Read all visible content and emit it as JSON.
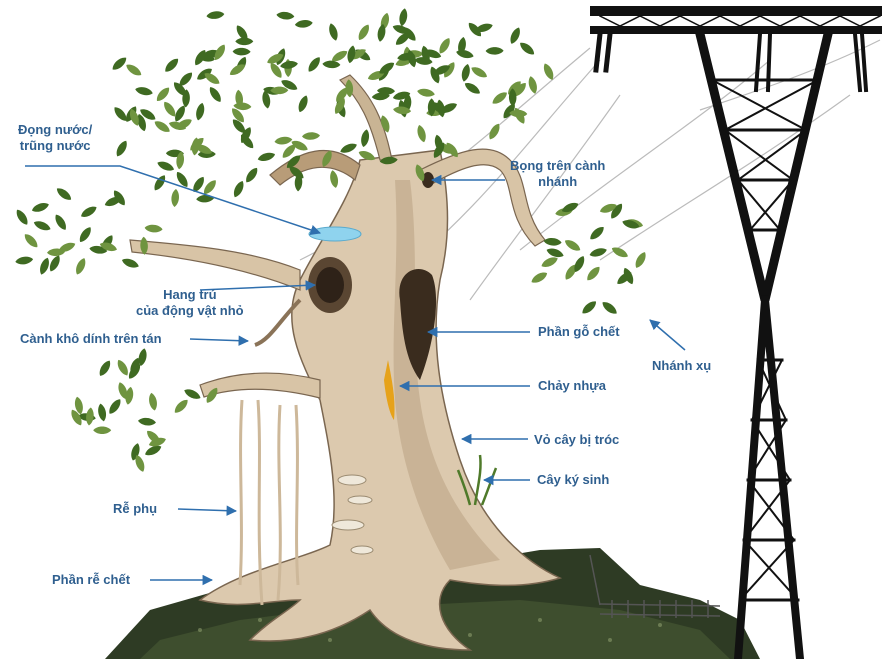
{
  "labels": {
    "dong_nuoc_1": "Đọng nước/",
    "dong_nuoc_2": "trũng nước",
    "bong_tren_canh_1": "Bọng trên cành",
    "bong_tren_canh_2": "nhánh",
    "hang_tru_1": "Hang trú",
    "hang_tru_2": "của động vật nhỏ",
    "canh_kho": "Cành khô dính trên tán",
    "phan_go_chet": "Phần gỗ chết",
    "nhanh_xu": "Nhánh xụ",
    "chay_nhua": "Chảy nhựa",
    "vo_cay": "Vỏ cây bị tróc",
    "cay_ky_sinh": "Cây ký sinh",
    "re_phu": "Rễ phụ",
    "phan_re_chet": "Phần rễ chết"
  },
  "colors": {
    "label_text": "#2f5f8f",
    "arrow": "#2f6fae",
    "leaf_dark": "#3f6a22",
    "leaf_light": "#6f9440",
    "trunk": "#dcc9ae",
    "trunk_shadow": "#a8927a",
    "ground": "#2e3b24",
    "tower": "#111111",
    "sap": "#e6a21a",
    "water": "#8fd3ee"
  },
  "icons": [
    "tree-illustration",
    "power-tower-icon",
    "callout-arrow"
  ]
}
